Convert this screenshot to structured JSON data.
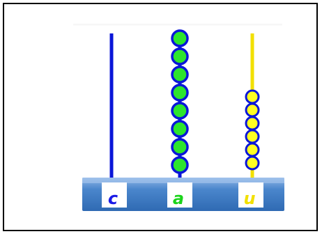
{
  "abacus": {
    "columns": [
      {
        "label": "c",
        "beads": 0,
        "rod_color": "#0a16d8",
        "bead_color": "#1cd41c",
        "label_color": "#1a1ae6"
      },
      {
        "label": "a",
        "beads": 8,
        "rod_color": "#0a16d8",
        "bead_color": "#2de52d",
        "label_color": "#1cd41c"
      },
      {
        "label": "u",
        "beads": 6,
        "rod_color": "#f2e000",
        "bead_color": "#ffff22",
        "label_color": "#f2e000"
      }
    ],
    "bead_outline_color": "#0a16d8",
    "base_color": "#4a86cc",
    "label_box_color": "#ffffff"
  }
}
